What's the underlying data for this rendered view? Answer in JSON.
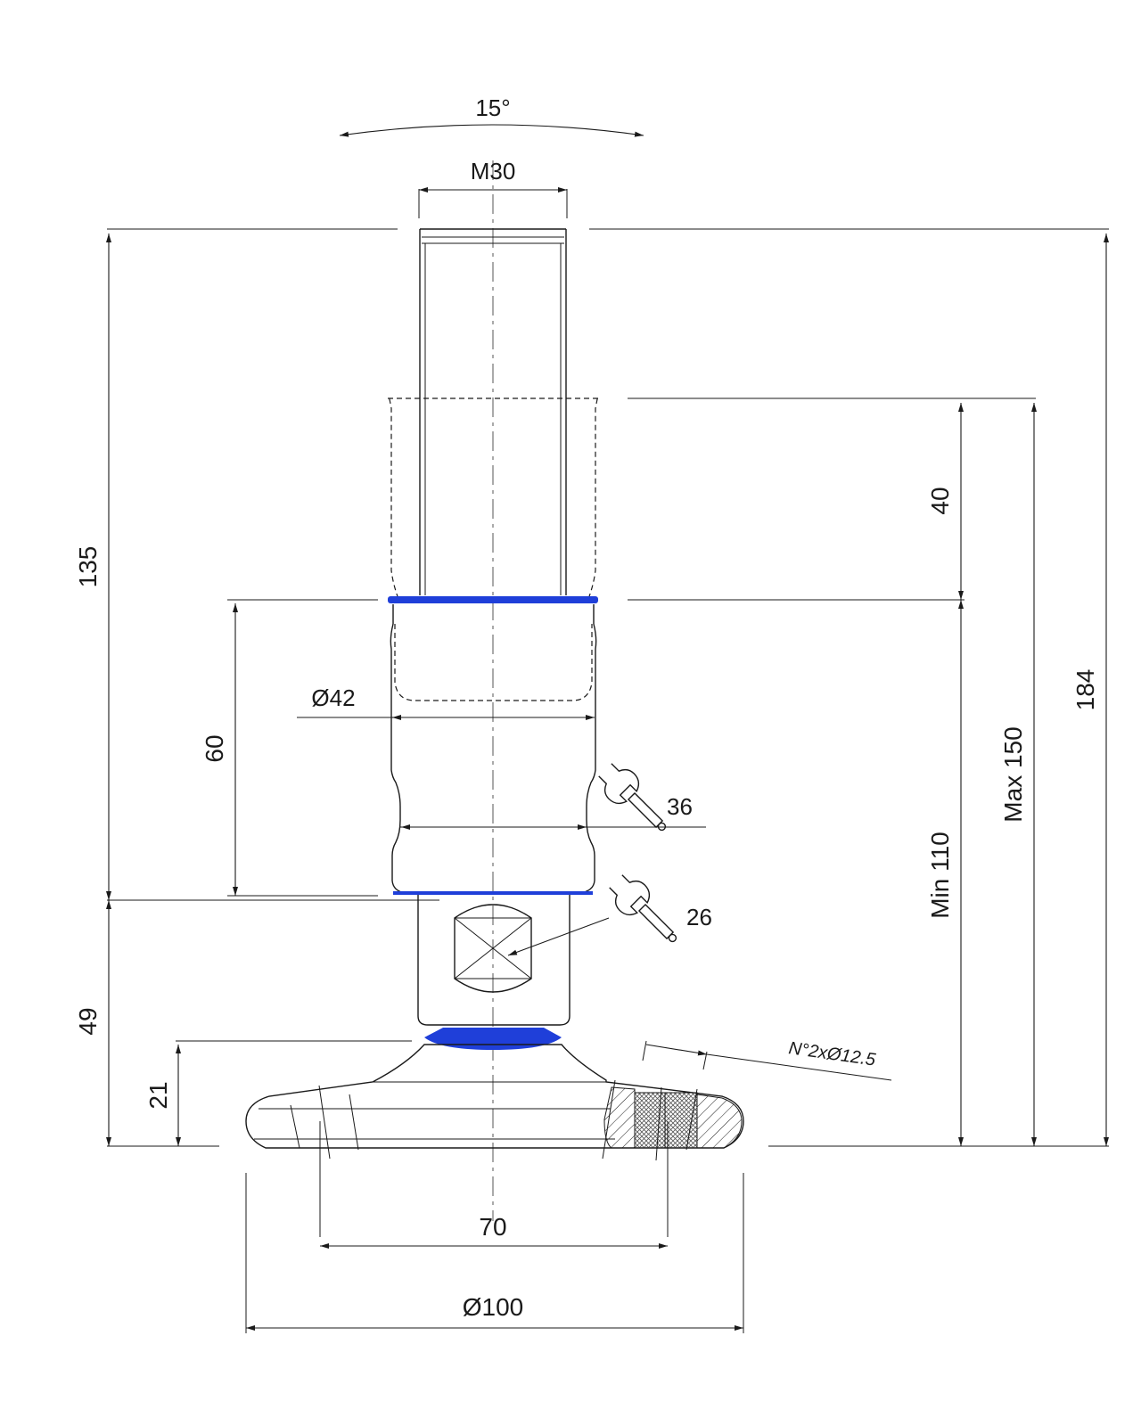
{
  "colors": {
    "line": "#1a1a1a",
    "seal_ring": "#1f3fd9",
    "mesh": "#555555",
    "background": "#ffffff"
  },
  "labels": {
    "tilt_angle": "15°",
    "thread": "M30",
    "height_total_left": "135",
    "height_upper": "40",
    "height_overall": "184",
    "max_height": "Max 150",
    "min_height": "Min 110",
    "dia_body": "Ø42",
    "body_length": "60",
    "wrench_upper": "36",
    "wrench_lower": "26",
    "base_height": "49",
    "base_plate_height": "21",
    "holes_note": "N°2xØ12.5",
    "hole_spacing": "70",
    "base_dia": "Ø100"
  },
  "icons": {
    "wrench_upper": "wrench-icon",
    "wrench_lower": "wrench-icon"
  }
}
